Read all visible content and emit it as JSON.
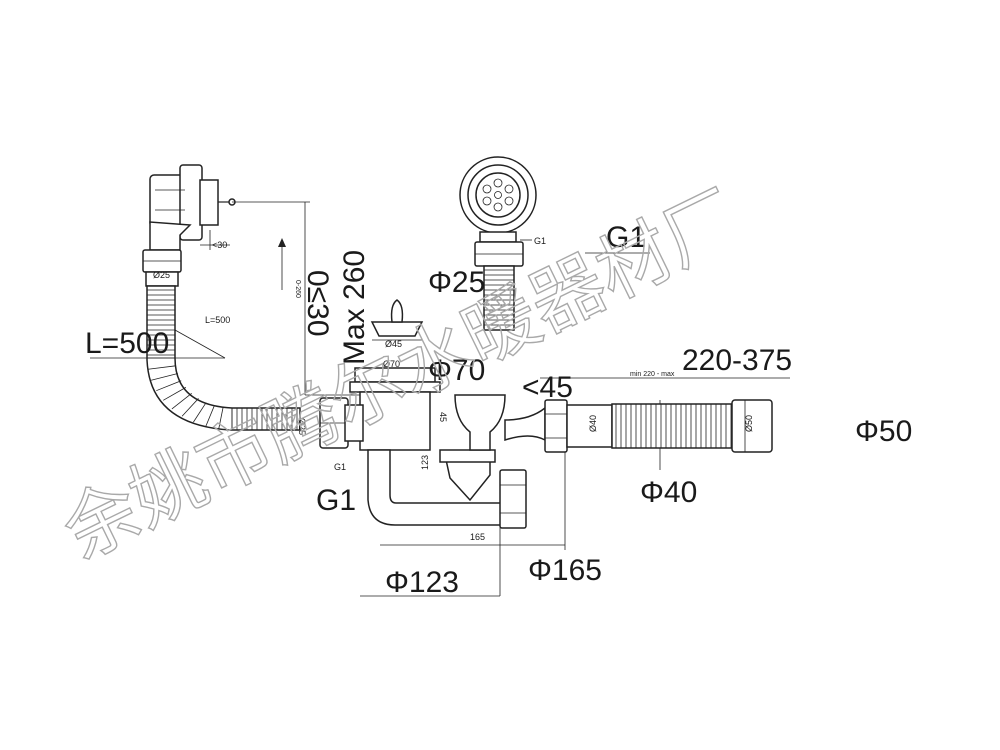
{
  "labels": {
    "l500": "L=500",
    "max260": "Max 260",
    "ge30": "0≤30",
    "g1_top": "G1",
    "phi25": "Φ25",
    "phi70": "Φ70",
    "lt45": "<45",
    "len_range": "220-375",
    "phi50": "Φ50",
    "phi40": "Φ40",
    "g1_left": "G1",
    "phi165": "Φ165",
    "phi123": "Φ123"
  },
  "small_labels": {
    "lt30": "<30",
    "d25_top": "Ø25",
    "l500_small": "L=500",
    "range_small": "0-260",
    "d45": "Ø45",
    "d70": "Ø70",
    "g1_small_top": "G1",
    "min_range": "min 220 - max",
    "d40": "Ø40",
    "d50": "Ø50",
    "d25_side": "Ø25",
    "g1_small_bottom": "G1",
    "h123": "123",
    "h45": "45",
    "w165": "165"
  },
  "watermark": "余姚市腾尔水暖器材厂"
}
